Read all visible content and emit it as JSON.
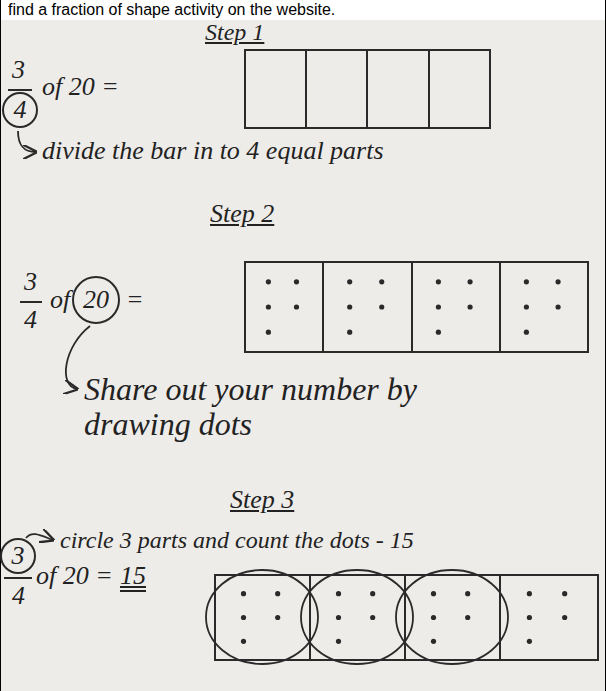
{
  "diagram": {
    "nodes": [
      {
        "text": [
          "4"
        ]
      },
      {
        "text": [
          "20"
        ]
      },
      {
        "text": [
          "3"
        ]
      }
    ],
    "labels": [
      "find a fraction of shape activity on the website.",
      "Step 1",
      "3",
      "of 20 =",
      "divide the bar in to 4 equal parts",
      "Step 2",
      "3",
      "4",
      "of",
      "=",
      "Share out your number by drawing dots",
      "Step 3",
      "circle 3 parts and count the dots - 15",
      "4",
      "of 20 =",
      "15"
    ]
  }
}
